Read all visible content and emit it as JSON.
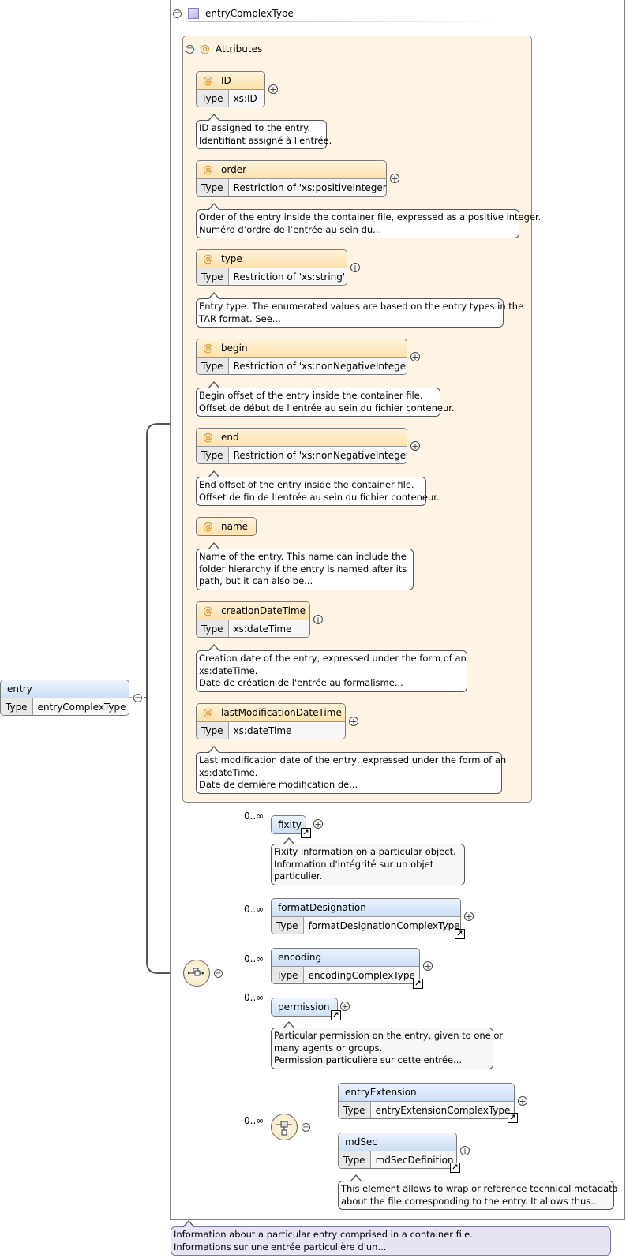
{
  "complex_type": {
    "name": "entryComplexType"
  },
  "root_element": {
    "name": "entry",
    "type_label": "Type",
    "type_value": "entryComplexType"
  },
  "attributes_section": {
    "title": "Attributes"
  },
  "attributes": [
    {
      "name": "ID",
      "type_label": "Type",
      "type_value": "xs:ID",
      "doc": [
        "ID assigned to the entry.",
        "Identifiant assigné à l'entrée."
      ]
    },
    {
      "name": "order",
      "type_label": "Type",
      "type_value": "Restriction of 'xs:positiveInteger'",
      "doc": [
        "Order of the entry inside the container file, expressed as a positive integer.",
        "Numéro d’ordre de l’entrée au sein du..."
      ]
    },
    {
      "name": "type",
      "type_label": "Type",
      "type_value": "Restriction of 'xs:string'",
      "doc": [
        "Entry type. The enumerated values are based on the entry types in the",
        "TAR format. See..."
      ]
    },
    {
      "name": "begin",
      "type_label": "Type",
      "type_value": "Restriction of 'xs:nonNegativeInteger'",
      "doc": [
        "Begin offset of the entry inside the container file.",
        "Offset de début de l’entrée au sein du fichier conteneur."
      ]
    },
    {
      "name": "end",
      "type_label": "Type",
      "type_value": "Restriction of 'xs:nonNegativeInteger'",
      "doc": [
        "End offset of the entry inside the container file.",
        "Offset de fin de l’entrée au sein du fichier conteneur."
      ]
    },
    {
      "name": "name",
      "doc": [
        "Name of the entry. This name can include the",
        "folder hierarchy if the entry is named after its",
        "path, but it can also be..."
      ]
    },
    {
      "name": "creationDateTime",
      "type_label": "Type",
      "type_value": "xs:dateTime",
      "doc": [
        "Creation date of the entry, expressed under the form of an",
        "xs:dateTime.",
        "Date de création de l'entrée au formalisme..."
      ]
    },
    {
      "name": "lastModificationDateTime",
      "type_label": "Type",
      "type_value": "xs:dateTime",
      "doc": [
        "Last modification date of the entry, expressed under the form of an",
        "xs:dateTime.",
        "Date de dernière modification de..."
      ]
    }
  ],
  "elements": [
    {
      "name": "fixity",
      "multiplicity": "0..∞",
      "doc": [
        "Fixity information on a particular object.",
        "Information d'intégrité sur un objet",
        "particulier."
      ]
    },
    {
      "name": "formatDesignation",
      "multiplicity": "0..∞",
      "type_label": "Type",
      "type_value": "formatDesignationComplexType"
    },
    {
      "name": "encoding",
      "multiplicity": "0..∞",
      "type_label": "Type",
      "type_value": "encodingComplexType"
    },
    {
      "name": "permission",
      "multiplicity": "0..∞",
      "doc": [
        "Particular permission on the entry, given to one or",
        "many agents or groups.",
        "Permission particulière sur cette entrée..."
      ]
    }
  ],
  "choice_group": {
    "multiplicity": "0..∞",
    "elements": [
      {
        "name": "entryExtension",
        "type_label": "Type",
        "type_value": "entryExtensionComplexType"
      },
      {
        "name": "mdSec",
        "type_label": "Type",
        "type_value": "mdSecDefinition",
        "doc": [
          "This element allows to wrap or reference technical metadata",
          "about the file corresponding to the entry. It allows thus..."
        ]
      }
    ]
  },
  "root_doc": [
    "Information about a particular entry comprised in a container file.",
    "Informations sur une entrée particulière d'un..."
  ],
  "glyphs": {
    "collapse": "−",
    "expand": "+",
    "attribute": "@",
    "reference": "↗"
  },
  "colors": {
    "attribute_header": "#fde2ac",
    "element_header": "#cddff5",
    "attributes_panel": "#fdf4e6",
    "root_note": "#e9e4f3"
  }
}
